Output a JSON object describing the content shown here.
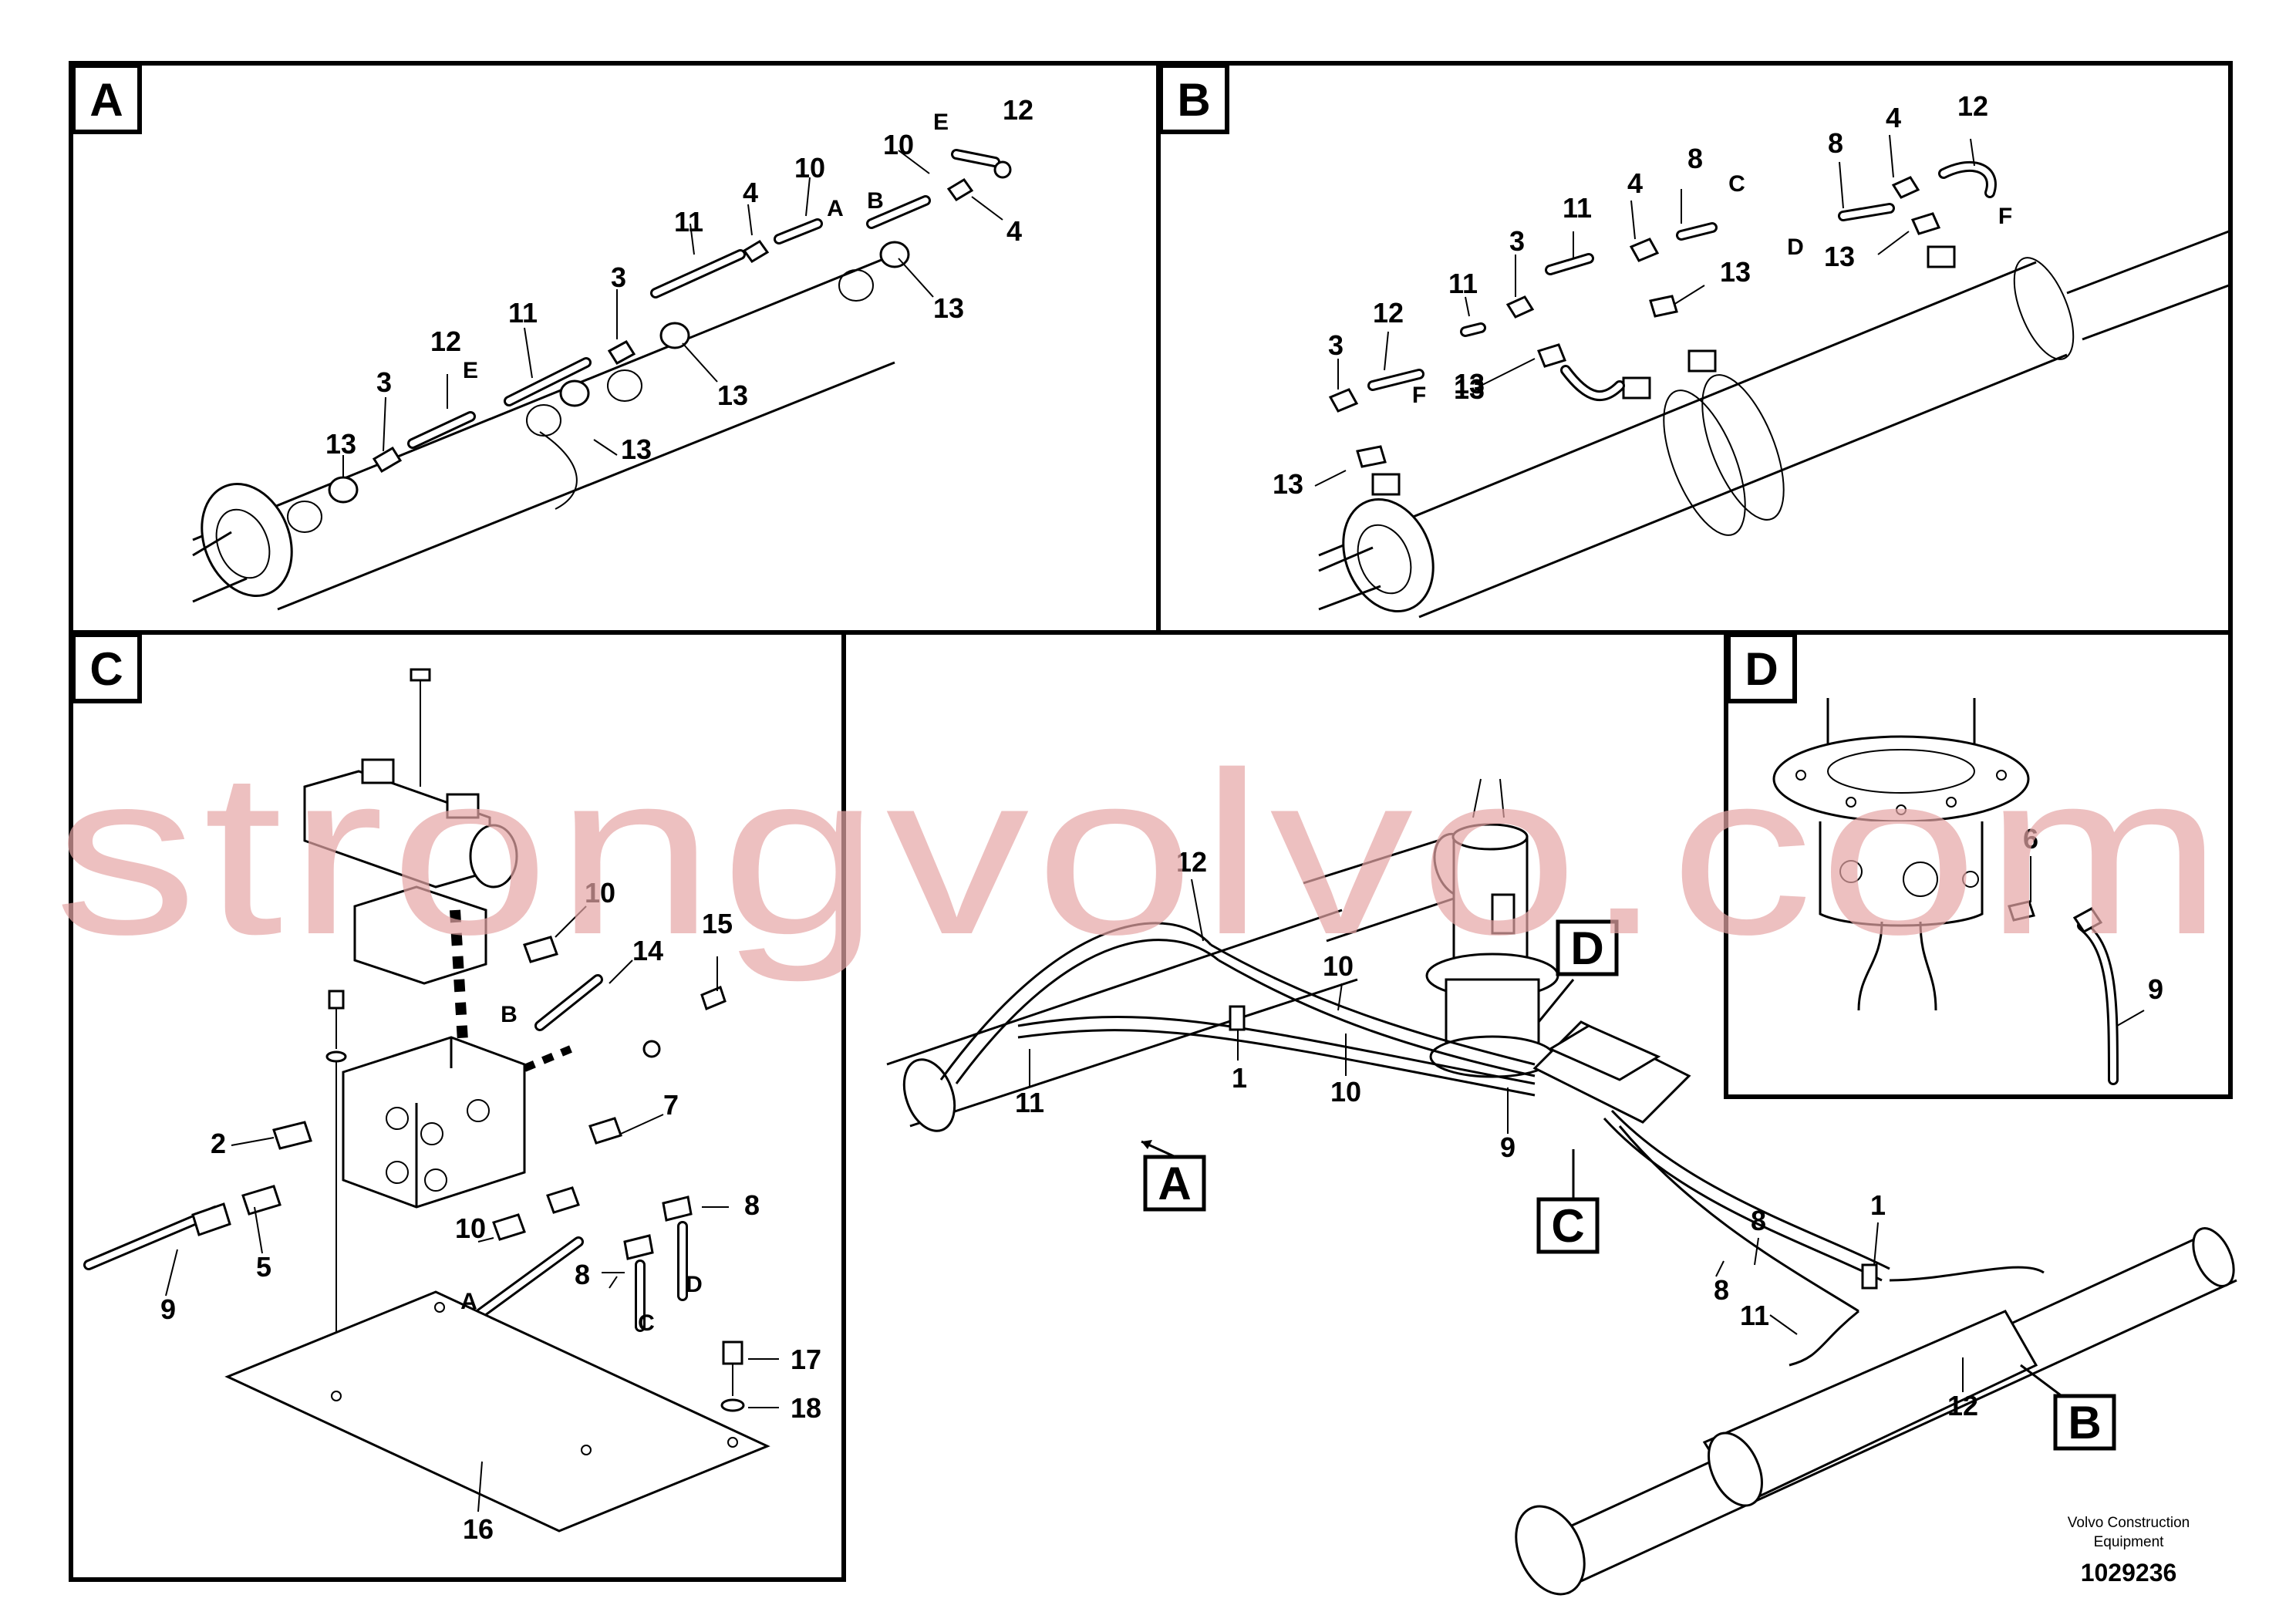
{
  "panels": {
    "A": {
      "label": "A",
      "callouts": [
        "13",
        "3",
        "12",
        "E",
        "11",
        "13",
        "3",
        "13",
        "11",
        "4",
        "10",
        "A",
        "B",
        "10",
        "E",
        "12",
        "4",
        "13"
      ]
    },
    "B": {
      "label": "B",
      "callouts": [
        "3",
        "12",
        "F",
        "13",
        "13",
        "11",
        "3",
        "13",
        "11",
        "4",
        "8",
        "C",
        "13",
        "8",
        "4",
        "12",
        "D",
        "13",
        "F"
      ]
    },
    "C": {
      "label": "C",
      "callouts": [
        "10",
        "14",
        "15",
        "B",
        "7",
        "2",
        "5",
        "9",
        "10",
        "A",
        "8",
        "C",
        "8",
        "D",
        "17",
        "18",
        "16"
      ]
    },
    "D": {
      "label": "D",
      "callouts": [
        "6",
        "9"
      ]
    }
  },
  "overview": {
    "callouts": [
      "12",
      "10",
      "11",
      "1",
      "10",
      "9",
      "8",
      "8",
      "1",
      "11",
      "12"
    ],
    "view_tags": [
      "A",
      "C",
      "D",
      "B"
    ]
  },
  "watermark": "strongvolvo.com",
  "footer": {
    "company_line1": "Volvo Construction",
    "company_line2": "Equipment",
    "drawing_number": "1029236"
  }
}
